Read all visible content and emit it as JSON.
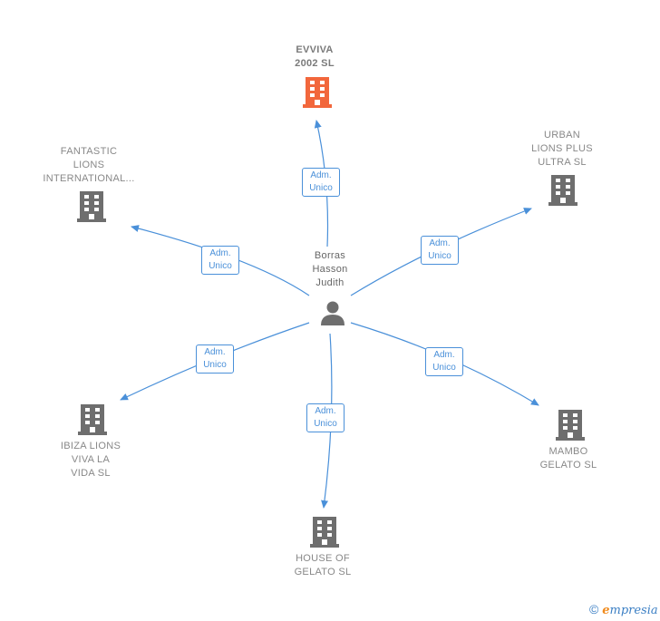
{
  "center": {
    "name": "Borras\nHasson\nJudith"
  },
  "companies": [
    {
      "id": "evviva",
      "name": "EVVIVA\n2002  SL",
      "color": "#f2673c",
      "highlight": true
    },
    {
      "id": "fantastic",
      "name": "FANTASTIC\nLIONS\nINTERNATIONAL...",
      "color": "#6e6e6e"
    },
    {
      "id": "urban",
      "name": "URBAN\nLIONS PLUS\nULTRA  SL",
      "color": "#6e6e6e"
    },
    {
      "id": "ibiza",
      "name": "IBIZA LIONS\nVIVA LA\nVIDA  SL",
      "color": "#6e6e6e"
    },
    {
      "id": "house",
      "name": "HOUSE OF\nGELATO  SL",
      "color": "#6e6e6e"
    },
    {
      "id": "mambo",
      "name": "MAMBO\nGELATO  SL",
      "color": "#6e6e6e"
    }
  ],
  "relations": [
    {
      "target": "evviva",
      "label": "Adm.\nUnico"
    },
    {
      "target": "fantastic",
      "label": "Adm.\nUnico"
    },
    {
      "target": "urban",
      "label": "Adm.\nUnico"
    },
    {
      "target": "ibiza",
      "label": "Adm.\nUnico"
    },
    {
      "target": "house",
      "label": "Adm.\nUnico"
    },
    {
      "target": "mambo",
      "label": "Adm.\nUnico"
    }
  ],
  "colors": {
    "edge": "#4a90d9",
    "person": "#6e6e6e"
  },
  "footer": {
    "copyright": "©",
    "brand_e": "e",
    "brand_rest": "mpresia"
  }
}
